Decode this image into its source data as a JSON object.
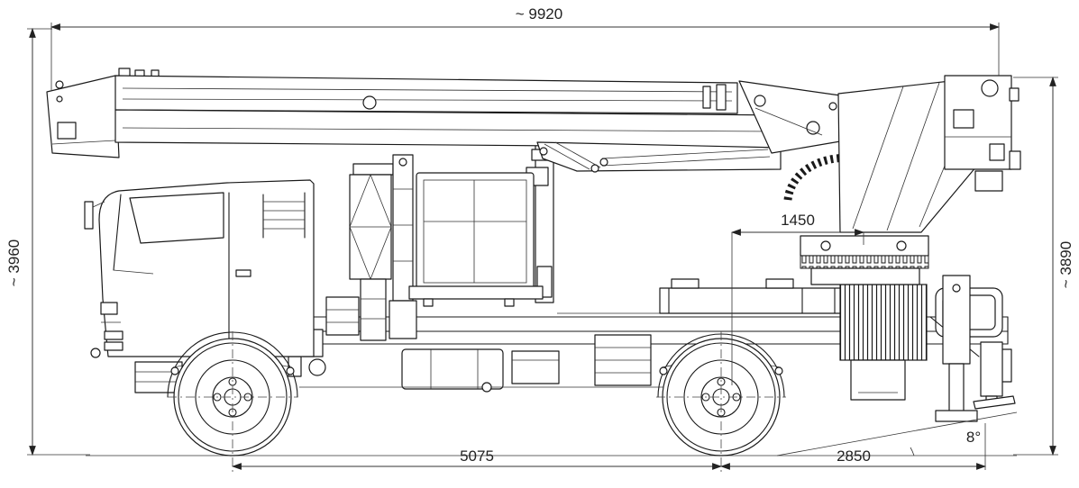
{
  "figure": {
    "type": "technical-line-drawing",
    "subject": "truck-mounted-aerial-work-platform-side-view",
    "background": "#ffffff",
    "line_color": "#1a1a1a"
  },
  "dims": {
    "overall_length": "~ 9920",
    "height_left": "~ 3960",
    "height_right": "~ 3890",
    "turret_offset": "1450",
    "wheelbase": "5075",
    "rear_overhang": "2850",
    "departure_angle": "8°"
  }
}
